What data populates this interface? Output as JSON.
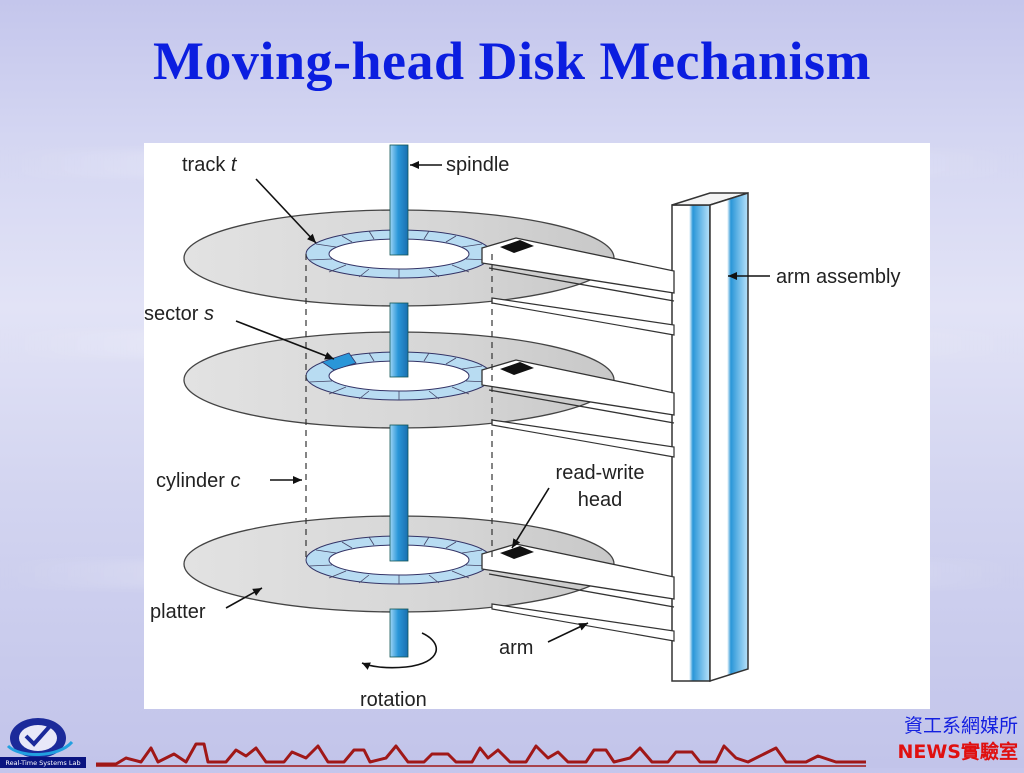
{
  "slide": {
    "title": "Moving-head Disk Mechanism"
  },
  "diagram": {
    "labels": {
      "track": "track",
      "track_var": "t",
      "spindle": "spindle",
      "arm_assembly": "arm assembly",
      "sector": "sector",
      "sector_var": "s",
      "cylinder": "cylinder",
      "cylinder_var": "c",
      "read_write_line1": "read-write",
      "read_write_line2": "head",
      "platter": "platter",
      "arm": "arm",
      "rotation": "rotation"
    },
    "colors": {
      "spindle": "#2a96d8",
      "track_ring": "#b8dcf2",
      "highlighted_sector": "#2a96d8",
      "platter": "#d8d8d8"
    }
  },
  "footer": {
    "logo_caption": "Real-Time Systems Lab",
    "org_line1": "資工系網媒所",
    "org_line2": "NEWS實驗室"
  }
}
